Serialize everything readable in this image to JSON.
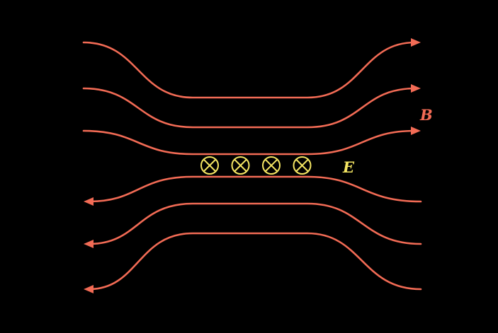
{
  "labels": {
    "magnetic_field": "B",
    "electric_field": "E"
  },
  "colors": {
    "background": "#000000",
    "magnetic_field": "#f26b55",
    "electric_field": "#f5e663"
  },
  "field_lines": [
    {
      "name": "top-outer",
      "direction": "right"
    },
    {
      "name": "top-middle",
      "direction": "right"
    },
    {
      "name": "top-inner",
      "direction": "right"
    },
    {
      "name": "bottom-inner",
      "direction": "left"
    },
    {
      "name": "bottom-middle",
      "direction": "left"
    },
    {
      "name": "bottom-outer",
      "direction": "left"
    }
  ],
  "electric_field_symbols": {
    "count": 4,
    "symbol": "into-page-cross"
  }
}
